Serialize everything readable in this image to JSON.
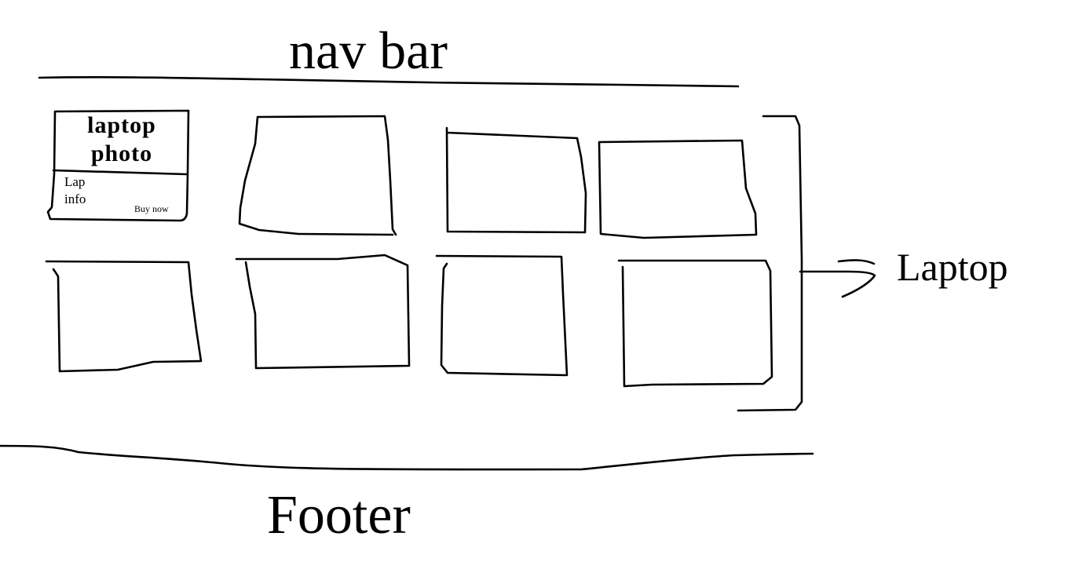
{
  "nav": {
    "title": "nav bar"
  },
  "footer": {
    "title": "Footer"
  },
  "grid": {
    "label": "Laptop",
    "featured_card": {
      "photo_label": "laptop photo",
      "info_label": "Lap info",
      "buy_label": "Buy now"
    }
  }
}
